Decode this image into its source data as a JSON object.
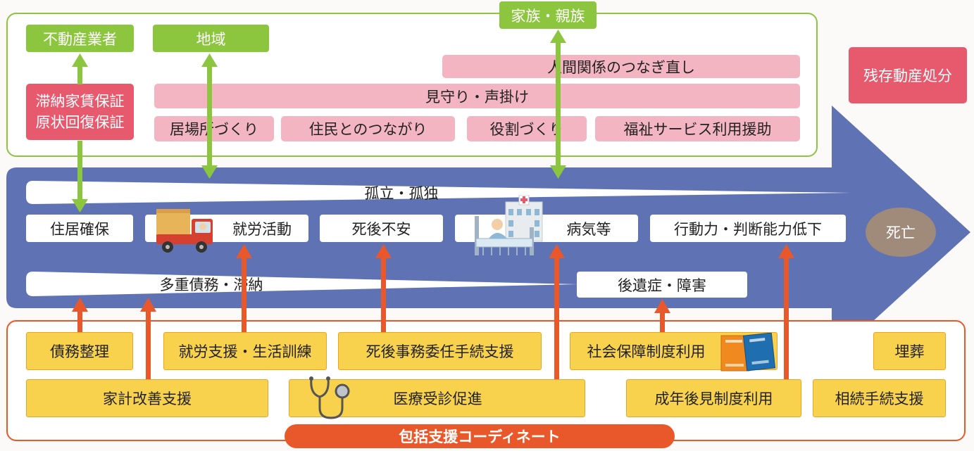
{
  "top_section": {
    "family_label": "家族・親族",
    "real_estate_label": "不動産業者",
    "region_label": "地域",
    "guarantee_line1": "滞納家賃保証",
    "guarantee_line2": "原状回復保証",
    "relation_rebuild": "人間関係のつなぎ直し",
    "watch_call": "見守り・声掛け",
    "supports": [
      "居場所づくり",
      "住民とのつながり",
      "役割づくり",
      "福祉サービス利用援助"
    ]
  },
  "side_label": "残存動産処分",
  "arrow_band": {
    "isolation": "孤立・孤独",
    "stages": [
      "住居確保",
      "就労活動",
      "死後不安",
      "病気等",
      "行動力・判断能力低下"
    ],
    "debt": "多重債務・滞納",
    "aftereffect": "後遺症・障害",
    "death": "死亡"
  },
  "bottom_section": {
    "row1": [
      "債務整理",
      "就労支援・生活訓練",
      "死後事務委任手続支援",
      "社会保障制度利用",
      "埋葬"
    ],
    "row2": [
      "家計改善支援",
      "医療受診促進",
      "成年後見制度利用",
      "相続手続支援"
    ],
    "coordinate_label": "包括支援コーディネート"
  },
  "colors": {
    "green": "#8cc63f",
    "orange": "#e8582a",
    "band_blue": "#5f73b4",
    "pink": "#f4b5c2",
    "red": "#e75a6e",
    "yellow": "#f8d24c",
    "death_brown": "#a08a79"
  },
  "icons": [
    "truck-icon",
    "hospital-icon",
    "hospital-bed-icon",
    "stethoscope-icon",
    "handbook-icon"
  ]
}
